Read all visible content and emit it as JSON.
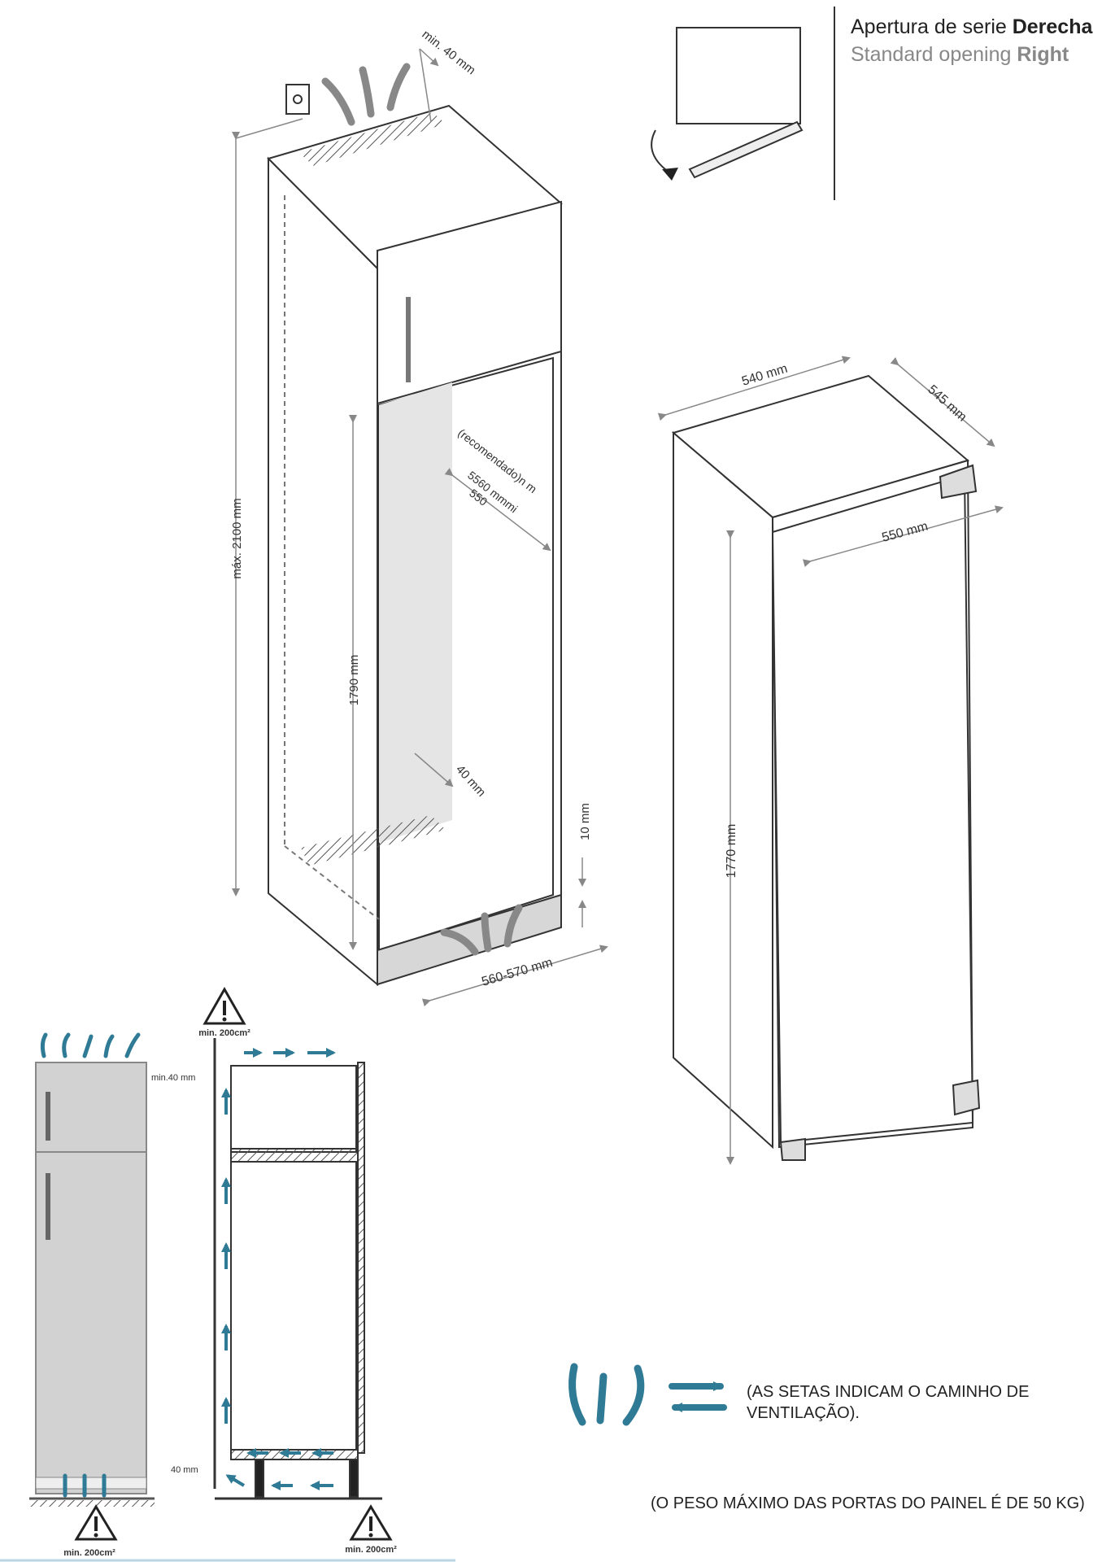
{
  "header": {
    "line1_prefix": "Apertura de serie ",
    "line1_bold": "Derecha",
    "line2_prefix": "Standard opening ",
    "line2_bold": "Right"
  },
  "niche_dims": {
    "top_vent": "min. 40 mm",
    "height": "máx. 2100 mm",
    "depth_lines": [
      "(recomendado)n m",
      "5560 mmmi",
      "550"
    ],
    "lower_height": "1790 mm",
    "inner_gap": "40 mm",
    "plinth": "10 mm",
    "width": "560-570 mm"
  },
  "appliance_dims": {
    "width": "540 mm",
    "depth": "545 mm",
    "door_width": "550 mm",
    "height": "1770 mm"
  },
  "vent_section": {
    "top_area": "min. 200cm²",
    "top_gap": "min.40 mm",
    "bottom_gap": "40 mm",
    "bottom_left_area": "min. 200cm²",
    "bottom_right_area": "min. 200cm²"
  },
  "legend": {
    "line1": "(AS SETAS INDICAM O CAMINHO DE",
    "line2": "VENTILAÇÃO)."
  },
  "note": "(O PESO MÁXIMO DAS PORTAS DO PAINEL É DE 50 KG)",
  "colors": {
    "arrow": "#2f7a95",
    "line": "#333333",
    "panel": "#d7d7d7"
  }
}
